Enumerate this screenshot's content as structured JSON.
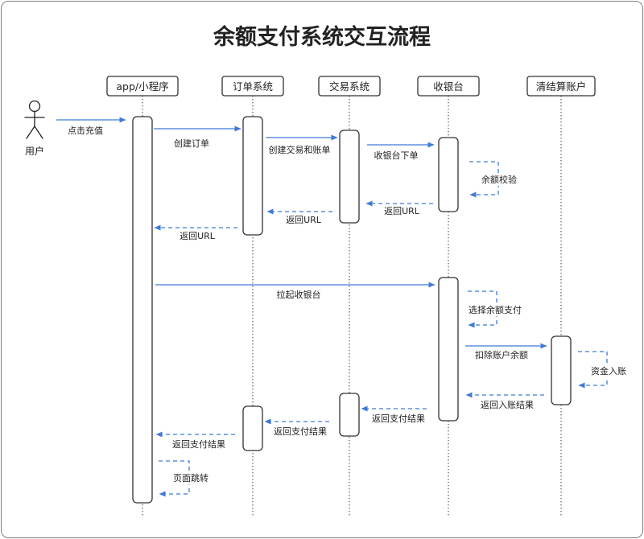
{
  "title": "余额支付系统交互流程",
  "actor": {
    "label": "用户",
    "icon": "person-icon"
  },
  "participants": [
    {
      "label": "app/小程序"
    },
    {
      "label": "订单系统"
    },
    {
      "label": "交易系统"
    },
    {
      "label": "收银台"
    },
    {
      "label": "清结算账户"
    }
  ],
  "messages": [
    {
      "label": "点击充值",
      "dashed": false
    },
    {
      "label": "创建订单",
      "dashed": false
    },
    {
      "label": "创建交易和账单",
      "dashed": false
    },
    {
      "label": "收银台下单",
      "dashed": false
    },
    {
      "label": "余额校验",
      "dashed": true
    },
    {
      "label": "返回URL",
      "dashed": true
    },
    {
      "label": "返回URL",
      "dashed": true
    },
    {
      "label": "返回URL",
      "dashed": true
    },
    {
      "label": "拉起收银台",
      "dashed": false
    },
    {
      "label": "选择余额支付",
      "dashed": true
    },
    {
      "label": "扣除账户余额",
      "dashed": false
    },
    {
      "label": "资金入账",
      "dashed": true
    },
    {
      "label": "返回入账结果",
      "dashed": true
    },
    {
      "label": "返回支付结果",
      "dashed": true
    },
    {
      "label": "返回支付结果",
      "dashed": true
    },
    {
      "label": "返回支付结果",
      "dashed": true
    },
    {
      "label": "页面跳转",
      "dashed": true
    }
  ],
  "colors": {
    "arrow": "#3f7bd6",
    "outline": "#333333",
    "text": "#222222",
    "lifeline": "#555555",
    "frame": "#7f7f7f"
  }
}
